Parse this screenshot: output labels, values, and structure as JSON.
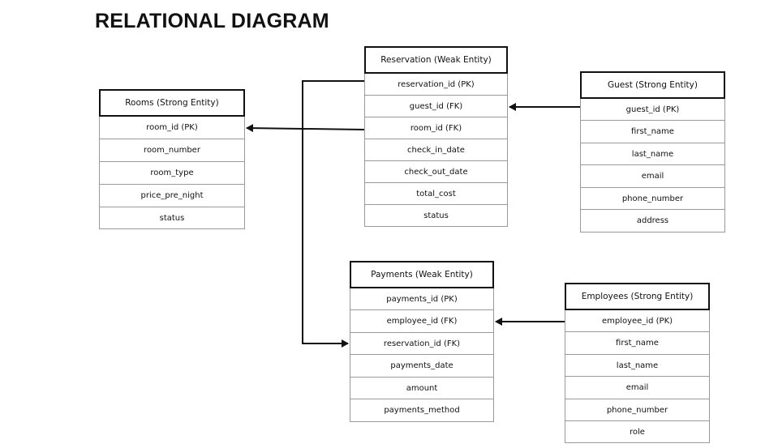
{
  "title": "RELATIONAL DIAGRAM",
  "entities": {
    "rooms": {
      "header": "Rooms (Strong Entity)",
      "attributes": [
        "room_id (PK)",
        "room_number",
        "room_type",
        "price_pre_night",
        "status"
      ]
    },
    "reservation": {
      "header": "Reservation (Weak Entity)",
      "attributes": [
        "reservation_id (PK)",
        "guest_id (FK)",
        "room_id (FK)",
        "check_in_date",
        "check_out_date",
        "total_cost",
        "status"
      ]
    },
    "guest": {
      "header": "Guest (Strong Entity)",
      "attributes": [
        "guest_id (PK)",
        "first_name",
        "last_name",
        "email",
        "phone_number",
        "address"
      ]
    },
    "payments": {
      "header": "Payments (Weak Entity)",
      "attributes": [
        "payments_id (PK)",
        "employee_id (FK)",
        "reservation_id (FK)",
        "payments_date",
        "amount",
        "payments_method"
      ]
    },
    "employees": {
      "header": "Employees (Strong Entity)",
      "attributes": [
        "employee_id (PK)",
        "first_name",
        "last_name",
        "email",
        "phone_number",
        "role"
      ]
    }
  },
  "colors": {
    "line": "#111111",
    "border": "#111111",
    "row_border": "#9a9a9a"
  }
}
